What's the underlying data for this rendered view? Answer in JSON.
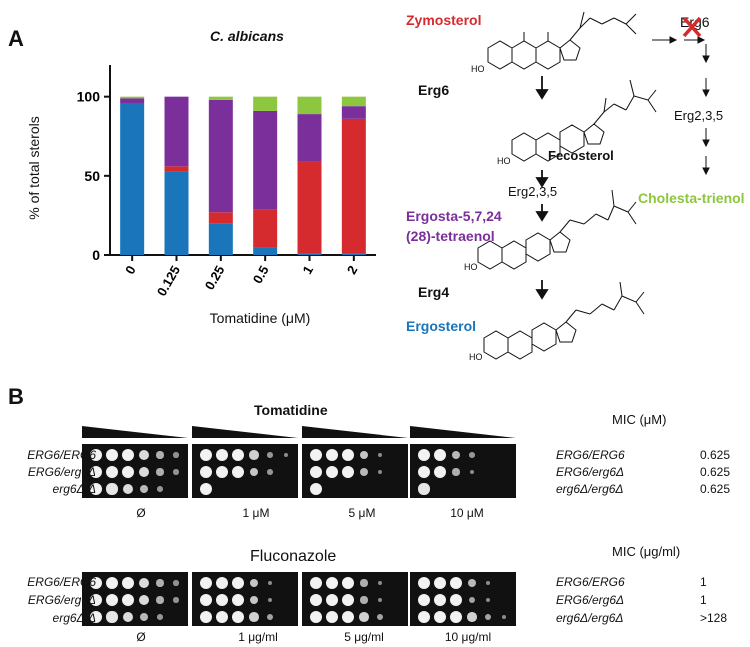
{
  "panel_a": {
    "label": "A",
    "chart_title": "C. albicans",
    "chart_data": {
      "type": "bar",
      "stacked": true,
      "categories": [
        "0",
        "0.125",
        "0.25",
        "0.5",
        "1",
        "2"
      ],
      "series": [
        {
          "name": "Ergosterol",
          "color": "#1a75bb",
          "values": [
            96,
            53,
            20,
            5,
            1,
            1
          ]
        },
        {
          "name": "Zymosterol",
          "color": "#d52b2f",
          "values": [
            0,
            3,
            7,
            24,
            58,
            85
          ]
        },
        {
          "name": "Ergosta-5,7,24(28)-tetraenol",
          "color": "#7b2f9b",
          "values": [
            3,
            44,
            71,
            62,
            30,
            8
          ]
        },
        {
          "name": "Cholesta-trienol",
          "color": "#8dc63f",
          "values": [
            1,
            0,
            2,
            9,
            11,
            6
          ]
        }
      ],
      "ylabel": "% of total sterols",
      "xlabel": "Tomatidine (μM)",
      "ylim": [
        0,
        120
      ],
      "yticks": [
        "0",
        "50",
        "100"
      ]
    },
    "pathway": {
      "zymosterol": "Zymosterol",
      "erg6": "Erg6",
      "erg6_blocked": "Erg6",
      "fecosterol": "Fecosterol",
      "erg235_left": "Erg2,3,5",
      "erg235_right": "Erg2,3,5",
      "tetraenol_line1": "Ergosta-5,7,24",
      "tetraenol_line2": "(28)-tetraenol",
      "erg4": "Erg4",
      "ergosterol": "Ergosterol",
      "cholesta": "Cholesta-trienol",
      "ho": "HO"
    }
  },
  "panel_b": {
    "label": "B",
    "tomatidine": {
      "title": "Tomatidine",
      "strains": [
        "ERG6/ERG6",
        "ERG6/erg6Δ",
        "erg6Δ/Δ"
      ],
      "conditions": [
        "Ø",
        "1 μM",
        "5 μM",
        "10 μM"
      ],
      "mic_header": "MIC (μM)",
      "mic": [
        {
          "strain": "ERG6/ERG6",
          "value": "0.625"
        },
        {
          "strain": "ERG6/erg6Δ",
          "value": "0.625"
        },
        {
          "strain": "erg6Δ/erg6Δ",
          "value": "0.625"
        }
      ]
    },
    "fluconazole": {
      "title": "Fluconazole",
      "strains": [
        "ERG6/ERG6",
        "ERG6/erg6Δ",
        "erg6Δ/Δ"
      ],
      "conditions": [
        "Ø",
        "1 μg/ml",
        "5 μg/ml",
        "10 μg/ml"
      ],
      "mic_header": "MIC (μg/ml)",
      "mic": [
        {
          "strain": "ERG6/ERG6",
          "value": "1"
        },
        {
          "strain": "ERG6/erg6Δ",
          "value": "1"
        },
        {
          "strain": "erg6Δ/erg6Δ",
          "value": ">128"
        }
      ]
    }
  }
}
